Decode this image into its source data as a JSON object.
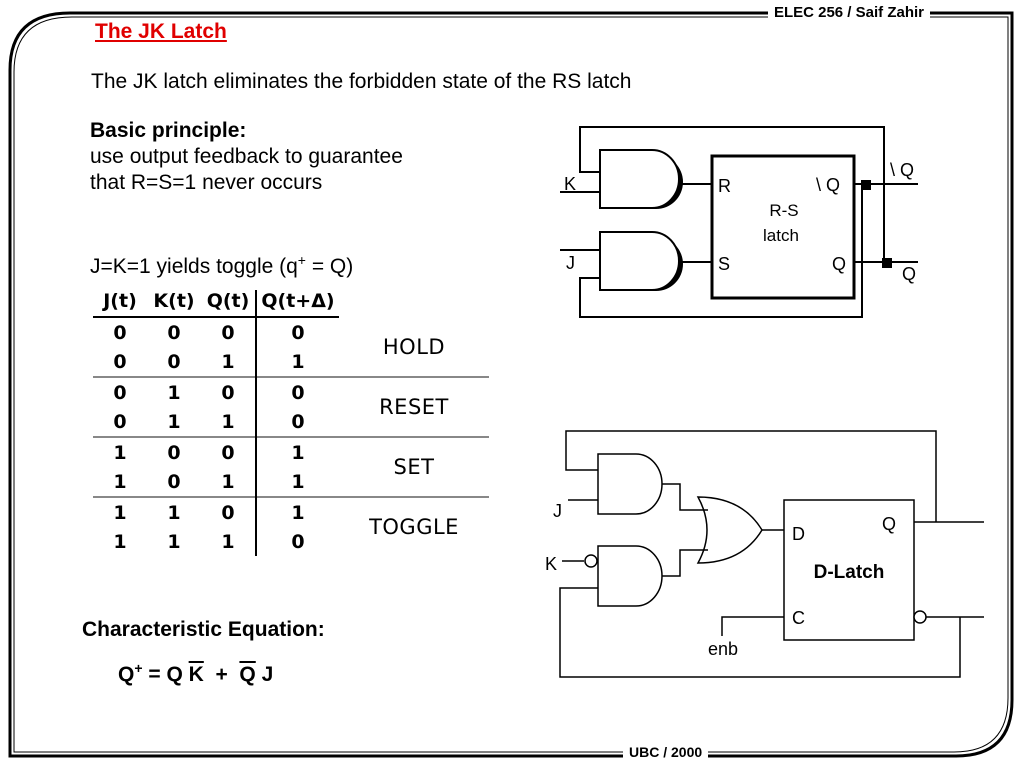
{
  "header": {
    "tag": "ELEC 256 / Saif Zahir"
  },
  "footer": {
    "tag": "UBC / 2000"
  },
  "slide": {
    "title": "The JK Latch",
    "intro": "The JK latch eliminates the forbidden state of the RS latch",
    "principle_heading": "Basic principle:",
    "principle_line1": "use output feedback to guarantee",
    "principle_line2": "that R=S=1 never occurs",
    "toggle_pre": "J=K=1 yields toggle (q",
    "toggle_sup": "+",
    "toggle_post": " = Q)"
  },
  "truth_table": {
    "headers": [
      "J(t)",
      "K(t)",
      "Q(t)",
      "Q(t+Δ)"
    ],
    "rows": [
      [
        "0",
        "0",
        "0",
        "0"
      ],
      [
        "0",
        "0",
        "1",
        "1"
      ],
      [
        "0",
        "1",
        "0",
        "0"
      ],
      [
        "0",
        "1",
        "1",
        "0"
      ],
      [
        "1",
        "0",
        "0",
        "1"
      ],
      [
        "1",
        "0",
        "1",
        "1"
      ],
      [
        "1",
        "1",
        "0",
        "1"
      ],
      [
        "1",
        "1",
        "1",
        "0"
      ]
    ],
    "labels": [
      "HOLD",
      "RESET",
      "SET",
      "TOGGLE"
    ]
  },
  "equation": {
    "heading": "Characteristic Equation:",
    "q": "Q",
    "q_sup": "+",
    "eq": " = Q ",
    "kbar": "K",
    "plus": "  +  ",
    "qbar": "Q",
    "j": " J"
  },
  "rs_diagram": {
    "k": "K",
    "j": "J",
    "r": "R",
    "s": "S",
    "block_line1": "R-S",
    "block_line2": "latch",
    "out_qbar": "\\ Q",
    "out_q": "Q",
    "ext_qbar": "\\ Q",
    "ext_q": "Q"
  },
  "d_diagram": {
    "j": "J",
    "k": "K",
    "d": "D",
    "c": "C",
    "block": "D-Latch",
    "q": "Q",
    "enb": "enb"
  }
}
